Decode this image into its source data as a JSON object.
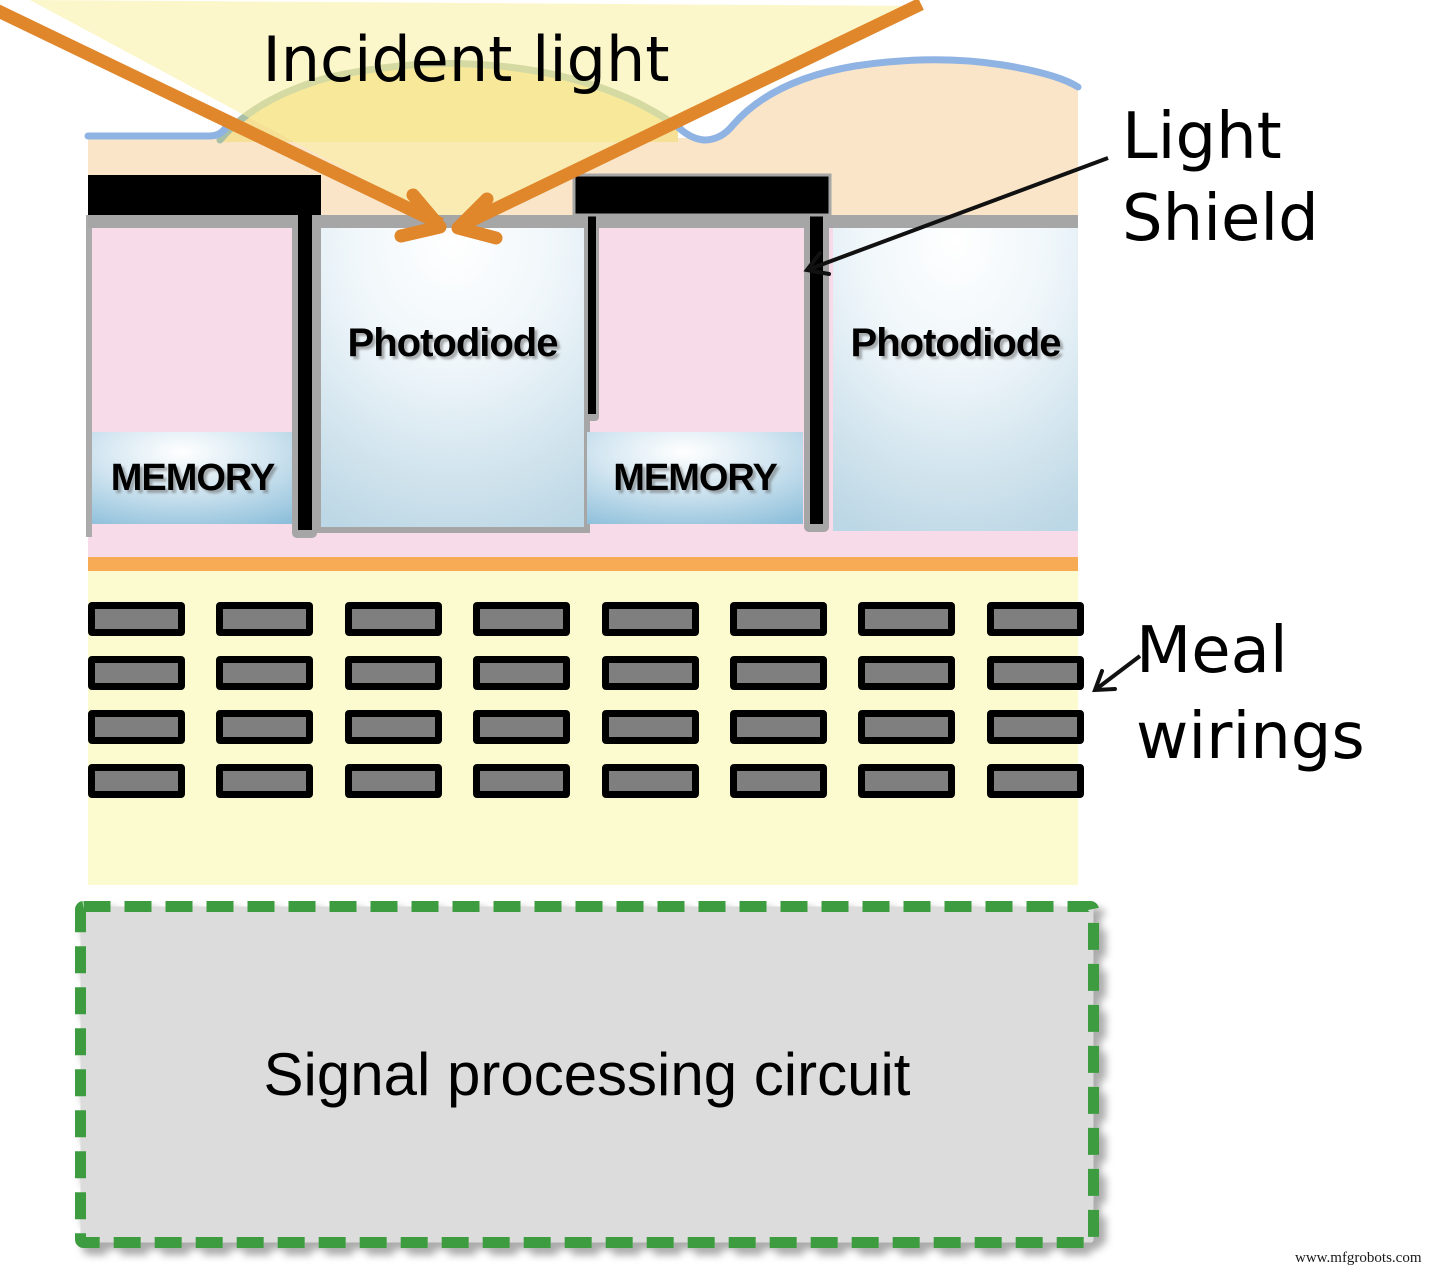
{
  "title": "Image sensor cross-section diagram",
  "labels": {
    "incident_light": "Incident light",
    "light_shield_line1": "Light",
    "light_shield_line2": "Shield",
    "photodiode": "Photodiode",
    "memory": "MEMORY",
    "metal_wirings_line1": "Meal",
    "metal_wirings_line2": "wirings",
    "signal_processing": "Signal processing circuit",
    "watermark": "www.mfgrobots.com"
  },
  "wirings": {
    "rows": 4,
    "cols": 8,
    "fill": "#7F7F7F",
    "border": "#000000"
  },
  "colors": {
    "incident_cone_yellow": "#FAF3C1",
    "microlens1_fill": "#F5E095",
    "microlens1_stroke": "#A8BFA8",
    "microlens2_stroke": "#8FB3E3",
    "planarization_peach": "#FAE5C9",
    "light_ray_orange": "#E0862B",
    "substrate_pink": "#F7DBE9",
    "photodiode_blue": "#BCD7E5",
    "memory_blue": "#8FC0DB",
    "shield_black": "#000000",
    "strip_gray": "#A6A6A6",
    "orange_band": "#F6AB54",
    "wiring_layer_yellow": "#FCFACF",
    "signal_box_fill": "#DCDCDC",
    "signal_box_border": "#3D9B40"
  }
}
